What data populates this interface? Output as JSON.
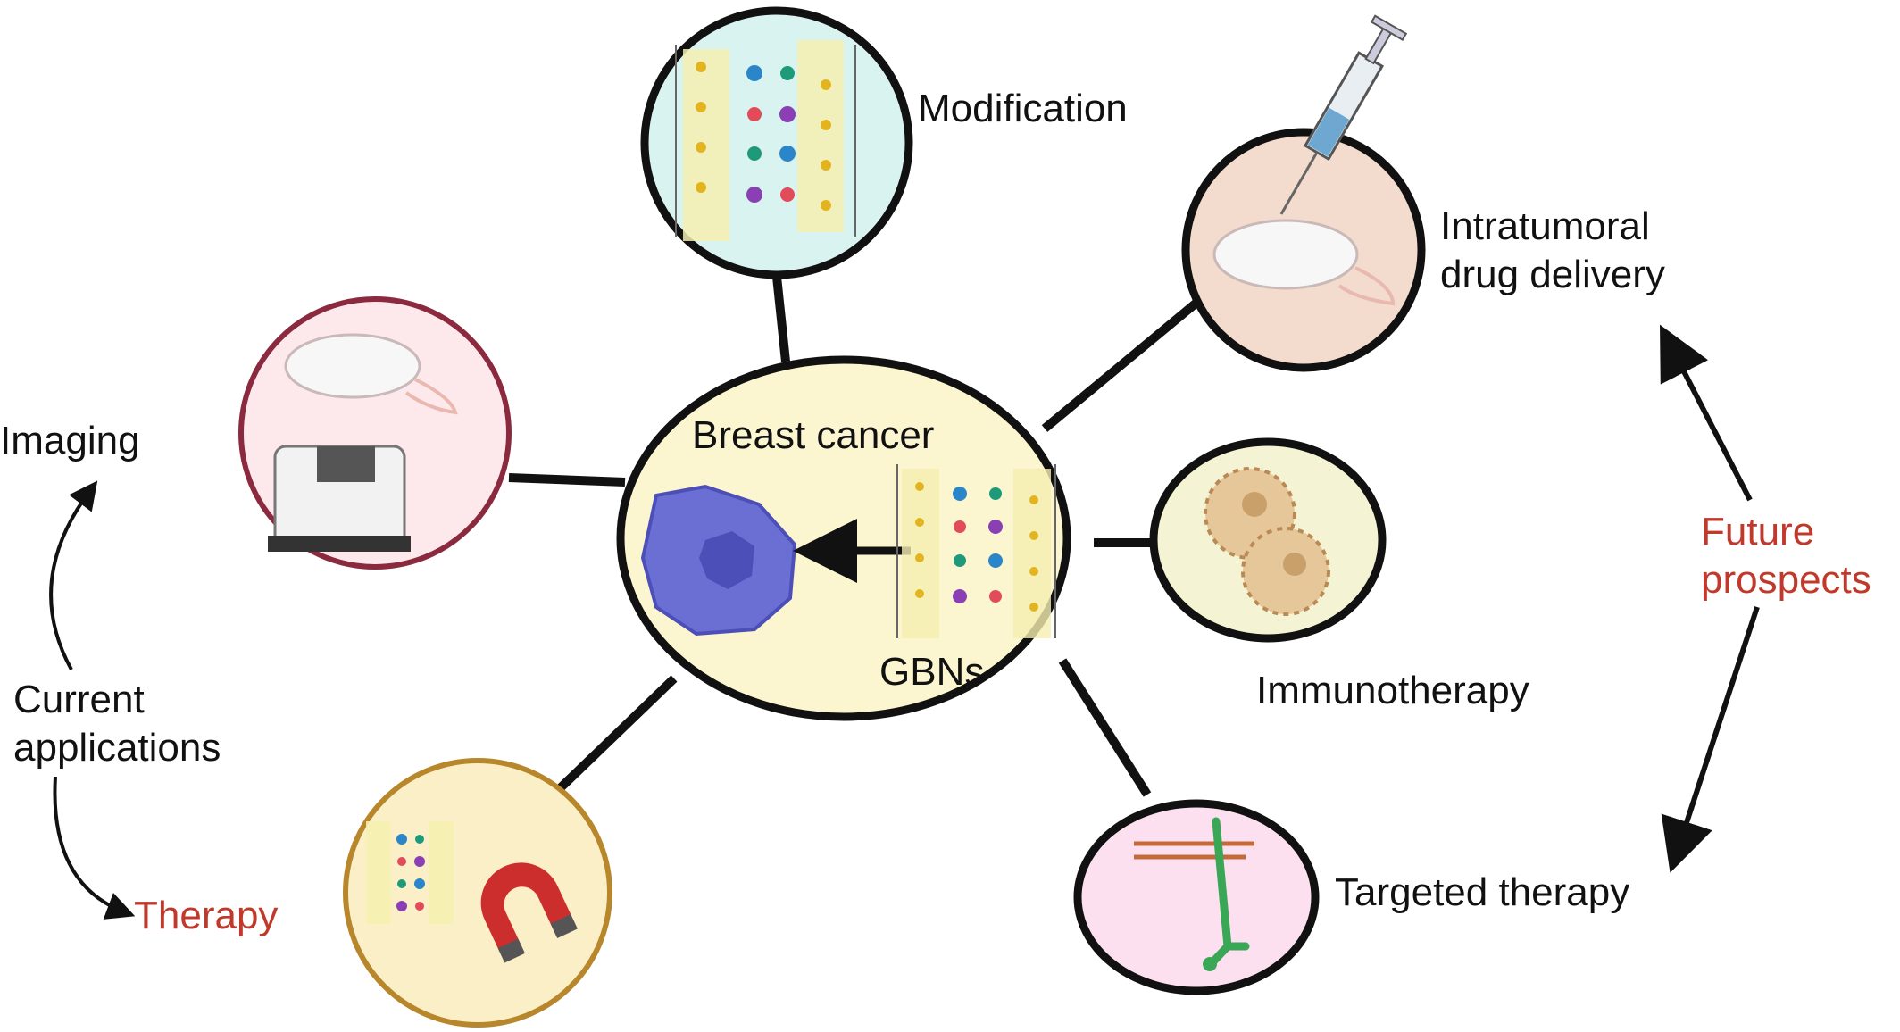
{
  "center": {
    "title": "Breast cancer",
    "sublabel": "GBNs"
  },
  "nodes": {
    "modification": "Modification",
    "intratumoral_line1": "Intratumoral",
    "intratumoral_line2": "drug delivery",
    "immunotherapy": "Immunotherapy",
    "targeted": "Targeted therapy",
    "imaging": "Imaging",
    "therapy": "Therapy"
  },
  "groups": {
    "current_line1": "Current",
    "current_line2": "applications",
    "future_line1": "Future",
    "future_line2": "prospects"
  },
  "colors": {
    "accent_red": "#c0392b",
    "center_fill": "#fbf6cf",
    "modification_fill": "#d9f4f0",
    "intratumoral_fill": "#f3dccd",
    "imaging_fill": "#fde8ec",
    "imaging_border": "#8b2a3f",
    "immuno_fill": "#f4f4d4",
    "targeted_fill": "#fde0ef",
    "therapy_fill": "#fbefc7",
    "therapy_border": "#b8862b",
    "cell_fill": "#6b6fd3",
    "cell_nucleus": "#4d4fb8"
  }
}
